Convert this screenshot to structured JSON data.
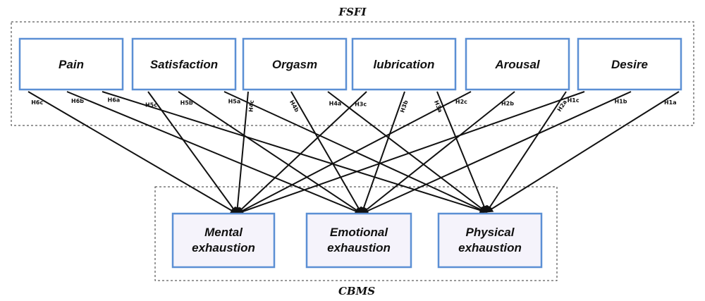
{
  "groups": {
    "top": {
      "title": "FSFI"
    },
    "bottom": {
      "title": "CBMS"
    }
  },
  "sources": [
    {
      "id": "pain",
      "label": "Pain"
    },
    {
      "id": "satisfaction",
      "label": "Satisfaction"
    },
    {
      "id": "orgasm",
      "label": "Orgasm"
    },
    {
      "id": "lubrication",
      "label": "lubrication"
    },
    {
      "id": "arousal",
      "label": "Arousal"
    },
    {
      "id": "desire",
      "label": "Desire"
    }
  ],
  "targets": [
    {
      "id": "mental",
      "label_lines": [
        "Mental",
        "exhaustion"
      ]
    },
    {
      "id": "emotional",
      "label_lines": [
        "Emotional",
        "exhaustion"
      ]
    },
    {
      "id": "physical",
      "label_lines": [
        "Physical",
        "exhaustion"
      ]
    }
  ],
  "edges": [
    {
      "label": "H1a",
      "from": "desire",
      "to": "physical"
    },
    {
      "label": "H1b",
      "from": "desire",
      "to": "emotional"
    },
    {
      "label": "H1c",
      "from": "desire",
      "to": "mental"
    },
    {
      "label": "H2a",
      "from": "arousal",
      "to": "physical"
    },
    {
      "label": "H2b",
      "from": "arousal",
      "to": "emotional"
    },
    {
      "label": "H2c",
      "from": "arousal",
      "to": "mental"
    },
    {
      "label": "H3a",
      "from": "lubrication",
      "to": "physical"
    },
    {
      "label": "H3b",
      "from": "lubrication",
      "to": "emotional"
    },
    {
      "label": "H3c",
      "from": "lubrication",
      "to": "mental"
    },
    {
      "label": "H4a",
      "from": "orgasm",
      "to": "physical"
    },
    {
      "label": "H4b",
      "from": "orgasm",
      "to": "emotional"
    },
    {
      "label": "H4c",
      "from": "orgasm",
      "to": "mental"
    },
    {
      "label": "H5a",
      "from": "satisfaction",
      "to": "physical"
    },
    {
      "label": "H5b",
      "from": "satisfaction",
      "to": "emotional"
    },
    {
      "label": "H5c",
      "from": "satisfaction",
      "to": "mental"
    },
    {
      "label": "H6a",
      "from": "pain",
      "to": "physical"
    },
    {
      "label": "H6b",
      "from": "pain",
      "to": "emotional"
    },
    {
      "label": "H6c",
      "from": "pain",
      "to": "mental"
    }
  ],
  "colors": {
    "box_border": "#5b8fd4",
    "outcome_fill": "#f5f3fb",
    "arrow": "#111111"
  }
}
